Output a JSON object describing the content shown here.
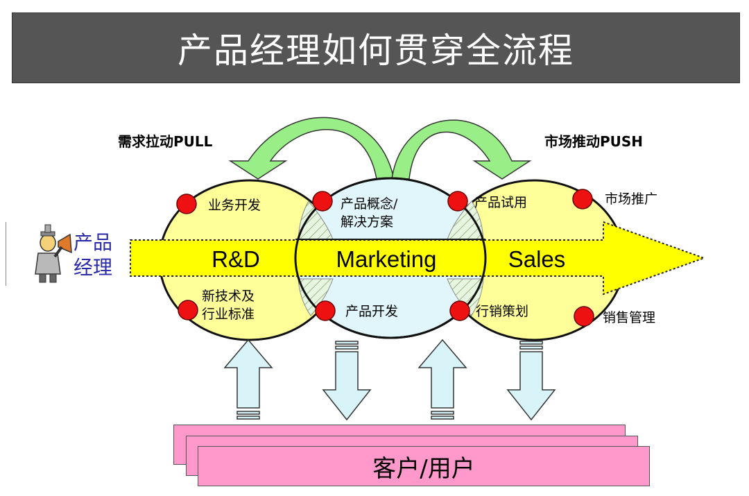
{
  "title": "产品经理如何贯穿全流程",
  "pull_label": "需求拉动PULL",
  "push_label": "市场推动PUSH",
  "stages": {
    "rd": "R&D",
    "marketing": "Marketing",
    "sales": "Sales"
  },
  "nodes": {
    "biz_dev": "业务开发",
    "concept_line1": "产品概念/",
    "concept_line2": "解决方案",
    "trial": "产品试用",
    "promo": "市场推广",
    "tech_line1": "新技术及",
    "tech_line2": "行业标准",
    "prod_dev": "产品开发",
    "mkt_plan": "行销策划",
    "sales_mgmt": "销售管理"
  },
  "product_manager": {
    "line1": "产品",
    "line2": "经理"
  },
  "customers": "客户/用户",
  "colors": {
    "title_bg": "#555555",
    "circle_yellow": "#ffff99",
    "circle_blue": "#e0f6fb",
    "arrow_yellow": "#ffff00",
    "arrow_green": "#99ee88",
    "node_red": "#ee1111",
    "customer_pink": "#ff99cc",
    "updown_arrow": "#d8f4f8"
  }
}
